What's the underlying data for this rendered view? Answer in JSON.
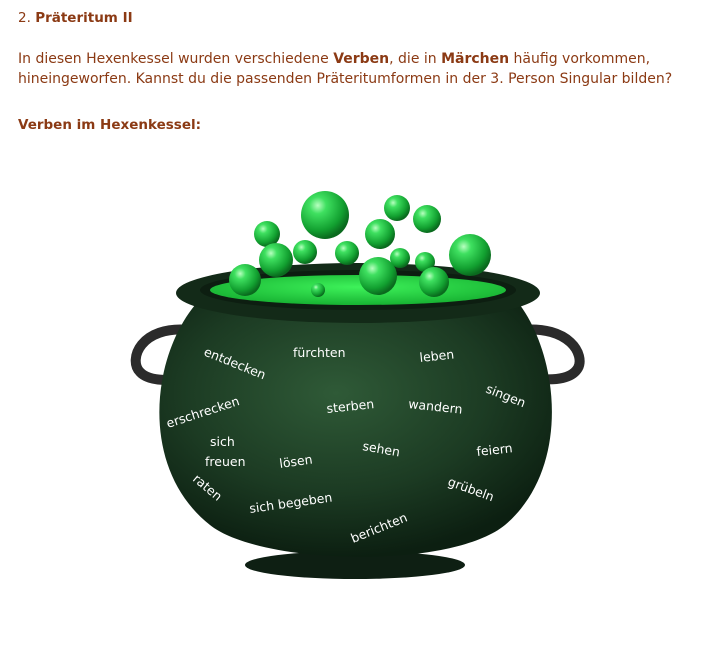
{
  "heading": {
    "number": "2.",
    "title": "Präteritum II"
  },
  "intro": {
    "part1": "In diesen Hexenkessel wurden verschiedene ",
    "bold1": "Verben",
    "part2": ", die in ",
    "bold2": "Märchen",
    "part3": " häufig vorkommen, hineingeworfen. Kannst du die passenden Präteritumformen in der 3. Person Singular bilden?"
  },
  "subheading": "Verben im Hexenkessel:",
  "colors": {
    "text": "#8b3a14",
    "cauldron": "#1b3a22",
    "potion": "#22c838",
    "bubble": "#1fb33a"
  },
  "verbs": [
    "entdecken",
    "fürchten",
    "leben",
    "singen",
    "erschrecken",
    "sterben",
    "wandern",
    "sich",
    "freuen",
    "lösen",
    "sehen",
    "feiern",
    "raten",
    "sich begeben",
    "grübeln",
    "berichten"
  ]
}
